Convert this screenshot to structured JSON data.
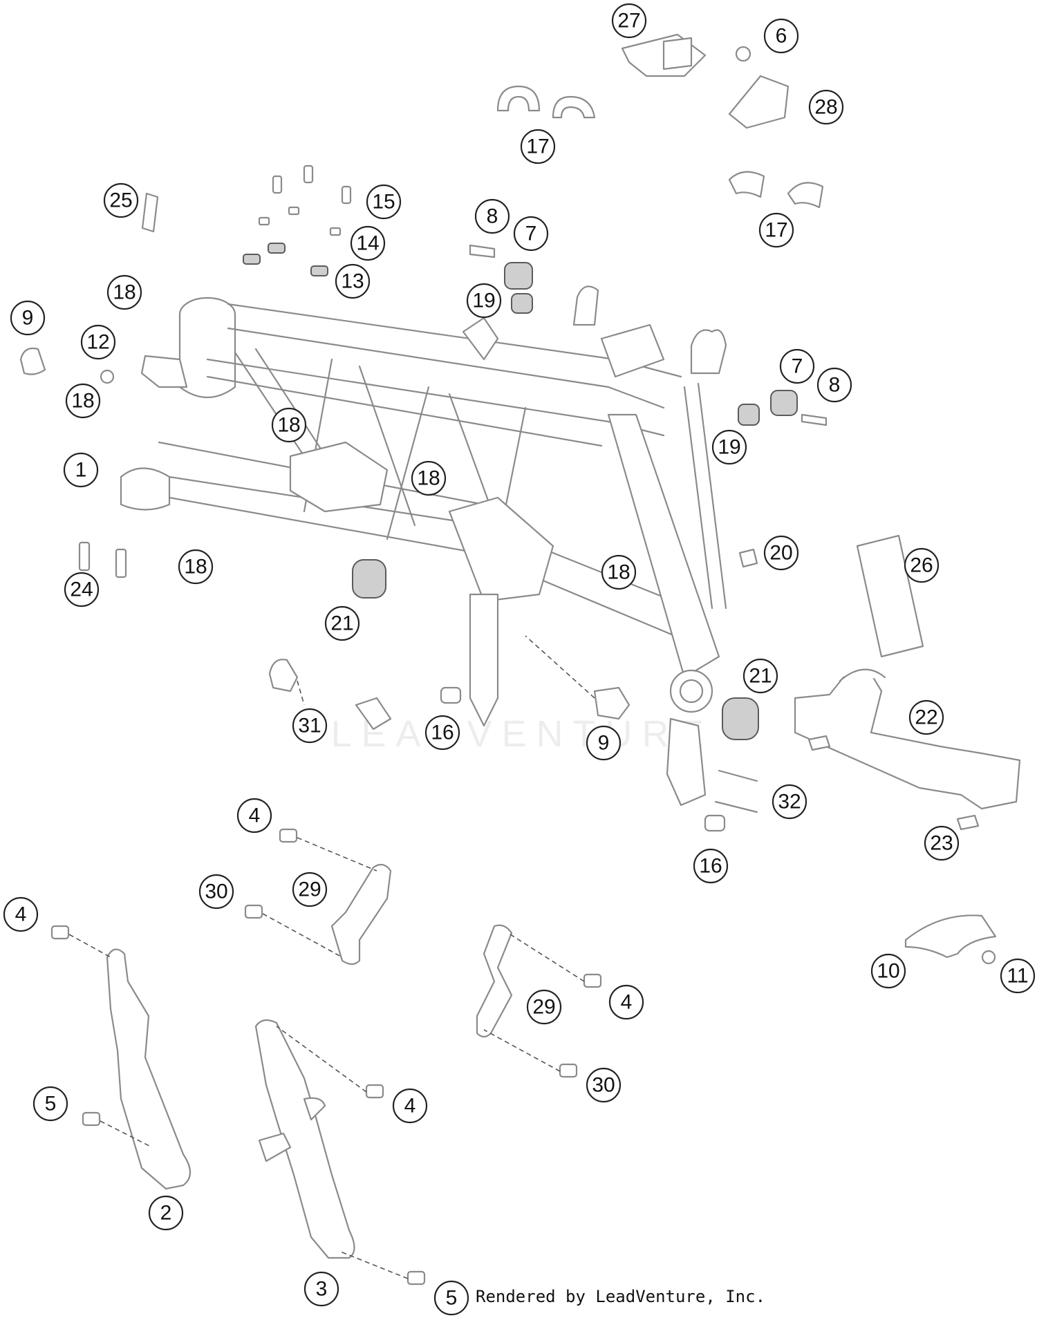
{
  "diagram": {
    "watermark": "LEADVENTURE",
    "credit": "Rendered by LeadVenture, Inc.",
    "callouts": [
      {
        "id": "c27a",
        "label": "27"
      },
      {
        "id": "c6",
        "label": "6"
      },
      {
        "id": "c28",
        "label": "28"
      },
      {
        "id": "c17a",
        "label": "17"
      },
      {
        "id": "c17b",
        "label": "17"
      },
      {
        "id": "c25",
        "label": "25"
      },
      {
        "id": "c15",
        "label": "15"
      },
      {
        "id": "c14",
        "label": "14"
      },
      {
        "id": "c13",
        "label": "13"
      },
      {
        "id": "c8a",
        "label": "8"
      },
      {
        "id": "c7a",
        "label": "7"
      },
      {
        "id": "c19a",
        "label": "19"
      },
      {
        "id": "c18a",
        "label": "18"
      },
      {
        "id": "c9a",
        "label": "9"
      },
      {
        "id": "c12",
        "label": "12"
      },
      {
        "id": "c18b",
        "label": "18"
      },
      {
        "id": "c18c",
        "label": "18"
      },
      {
        "id": "c7b",
        "label": "7"
      },
      {
        "id": "c8b",
        "label": "8"
      },
      {
        "id": "c19b",
        "label": "19"
      },
      {
        "id": "c1",
        "label": "1"
      },
      {
        "id": "c18d",
        "label": "18"
      },
      {
        "id": "c18e",
        "label": "18"
      },
      {
        "id": "c18f",
        "label": "18"
      },
      {
        "id": "c24",
        "label": "24"
      },
      {
        "id": "c20",
        "label": "20"
      },
      {
        "id": "c26",
        "label": "26"
      },
      {
        "id": "c21a",
        "label": "21"
      },
      {
        "id": "c21b",
        "label": "21"
      },
      {
        "id": "c22",
        "label": "22"
      },
      {
        "id": "c31",
        "label": "31"
      },
      {
        "id": "c16a",
        "label": "16"
      },
      {
        "id": "c9b",
        "label": "9"
      },
      {
        "id": "c32",
        "label": "32"
      },
      {
        "id": "c23",
        "label": "23"
      },
      {
        "id": "c16b",
        "label": "16"
      },
      {
        "id": "c4a",
        "label": "4"
      },
      {
        "id": "c29a",
        "label": "29"
      },
      {
        "id": "c30a",
        "label": "30"
      },
      {
        "id": "c4b",
        "label": "4"
      },
      {
        "id": "c10",
        "label": "10"
      },
      {
        "id": "c11",
        "label": "11"
      },
      {
        "id": "c4c",
        "label": "4"
      },
      {
        "id": "c29b",
        "label": "29"
      },
      {
        "id": "c30b",
        "label": "30"
      },
      {
        "id": "c5a",
        "label": "5"
      },
      {
        "id": "c4d",
        "label": "4"
      },
      {
        "id": "c2",
        "label": "2"
      },
      {
        "id": "c3",
        "label": "3"
      },
      {
        "id": "c5b",
        "label": "5"
      }
    ]
  }
}
